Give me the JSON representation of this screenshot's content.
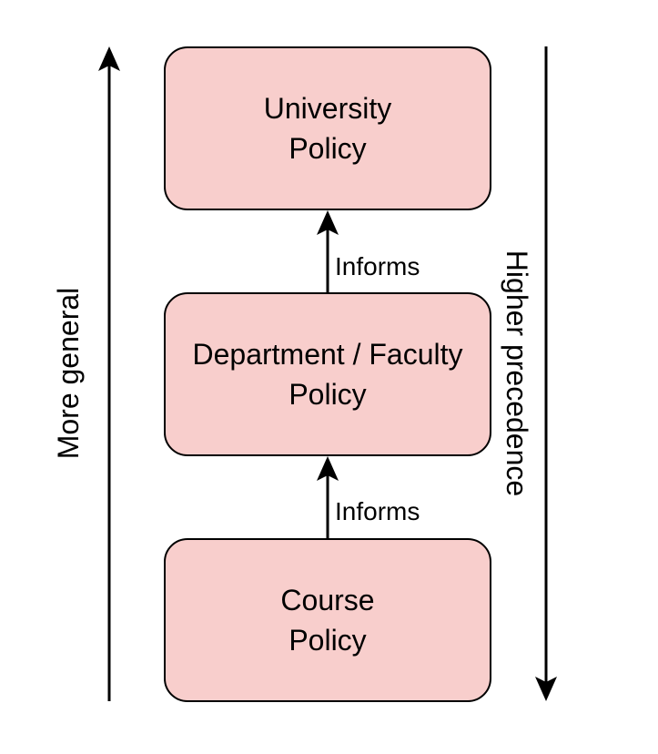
{
  "colors": {
    "box_fill": "#f8cecc",
    "box_border": "#000000",
    "line": "#000000",
    "text": "#000000",
    "background": "#ffffff"
  },
  "nodes": {
    "university": {
      "line1": "University",
      "line2": "Policy"
    },
    "department": {
      "line1": "Department / Faculty",
      "line2": "Policy"
    },
    "course": {
      "line1": "Course",
      "line2": "Policy"
    }
  },
  "edges": [
    {
      "from": "course",
      "to": "department",
      "label": "Informs"
    },
    {
      "from": "department",
      "to": "university",
      "label": "Informs"
    }
  ],
  "axes": {
    "left": {
      "label": "More general",
      "direction": "up"
    },
    "right": {
      "label": "Higher precedence",
      "direction": "down"
    }
  }
}
